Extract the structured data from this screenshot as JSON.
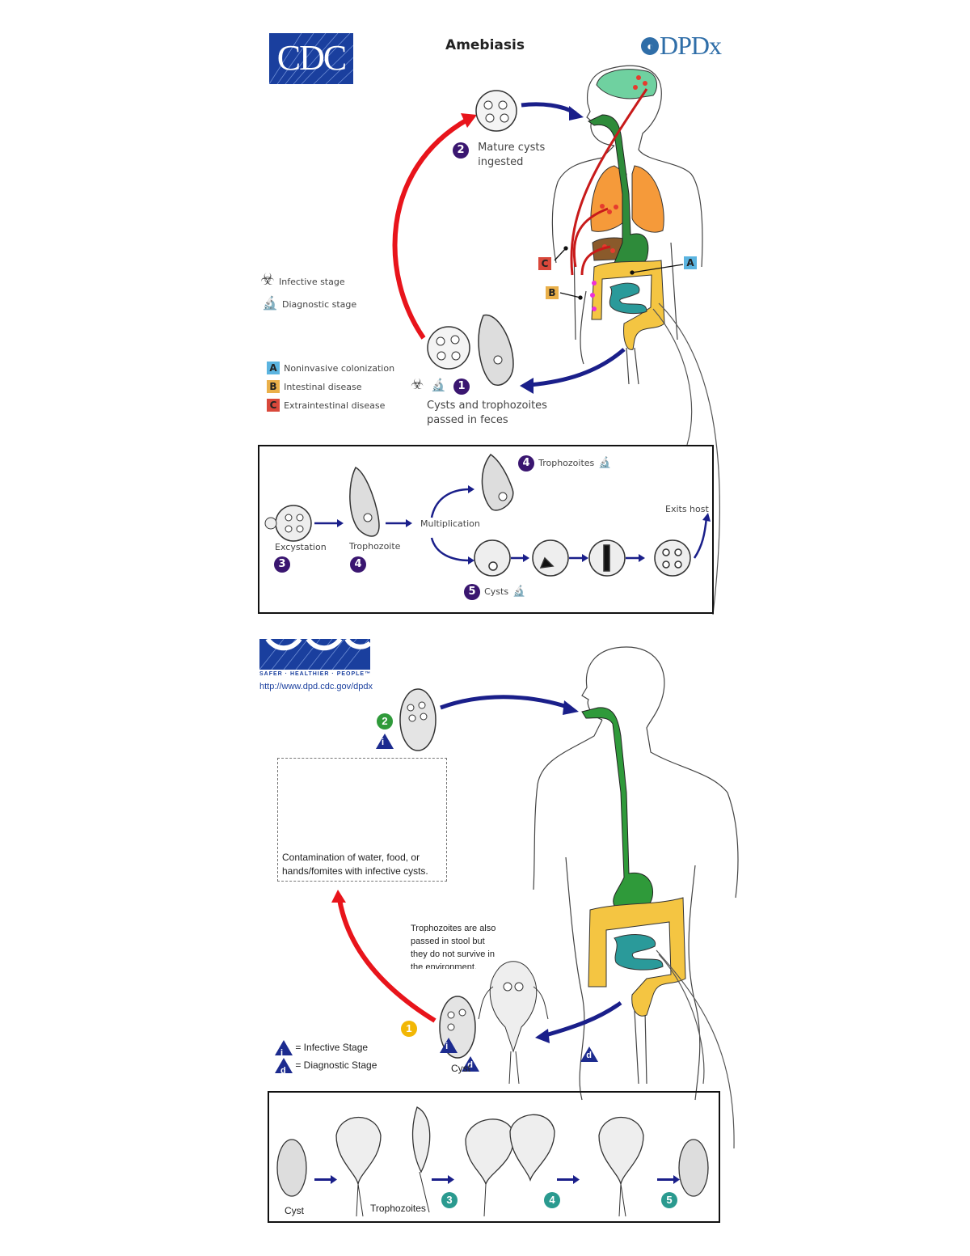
{
  "amebiasis": {
    "title": "Amebiasis",
    "logo_left": "CDC",
    "logo_right": "DPDx",
    "steps": {
      "s1": {
        "number": "1",
        "label_line1": "Cysts and trophozoites",
        "label_line2": "passed in feces"
      },
      "s2": {
        "number": "2",
        "label_line1": "Mature cysts",
        "label_line2": "ingested"
      }
    },
    "stage_legend": [
      {
        "icon": "biohazard-icon",
        "label": "Infective stage"
      },
      {
        "icon": "microscope-icon",
        "label": "Diagnostic stage"
      }
    ],
    "outcome_legend": [
      {
        "key": "A",
        "label": "Noninvasive colonization",
        "color": "#5bb4e0"
      },
      {
        "key": "B",
        "label": "Intestinal disease",
        "color": "#eab04a"
      },
      {
        "key": "C",
        "label": "Extraintestinal disease",
        "color": "#d9483b"
      }
    ],
    "body_markers": {
      "a": "A",
      "b": "B",
      "c": "C"
    },
    "inset": {
      "excystation": "Excystation",
      "excystation_num": "3",
      "trophozoite": "Trophozoite",
      "trophozoite_num": "4",
      "multiplication": "Multiplication",
      "trophozoites": "Trophozoites",
      "trophozoites_num": "4",
      "cysts": "Cysts",
      "cysts_num": "5",
      "exits_host": "Exits host"
    },
    "colors": {
      "number_badge": "#3a1670",
      "arrow_blue": "#1a1f8a",
      "arrow_red": "#e8141b",
      "brain": "#6fd1a0",
      "lungs": "#f59a3a",
      "gut_green": "#2e8b3a",
      "colon": "#f4c542",
      "small_intestine": "#2a9a9a",
      "liver": "#8a5a2b"
    }
  },
  "giardiasis": {
    "logo_tagline": "SAFER · HEALTHIER · PEOPLE™",
    "url": "http://www.dpd.cdc.gov/dpdx",
    "step1_num": "1",
    "step2_num": "2",
    "contamination_text_line1": "Contamination of water, food, or",
    "contamination_text_line2": "hands/fomites with infective cysts.",
    "trophozoite_note": [
      "Trophozoites are also",
      "passed in stool but",
      "they do not survive in",
      "the environment."
    ],
    "cyst_label": "Cyst",
    "legend": [
      {
        "symbol": "i",
        "label": "= Infective Stage"
      },
      {
        "symbol": "d",
        "label": "= Diagnostic Stage"
      }
    ],
    "inset": {
      "cyst": "Cyst",
      "trophozoites": "Trophozoites",
      "num3": "3",
      "num4": "4",
      "num5": "5"
    },
    "colors": {
      "step1": "#f2b705",
      "step2": "#2f9a3a",
      "inset_num": "#2a9a8f",
      "triangle": "#1c2b8f"
    }
  }
}
